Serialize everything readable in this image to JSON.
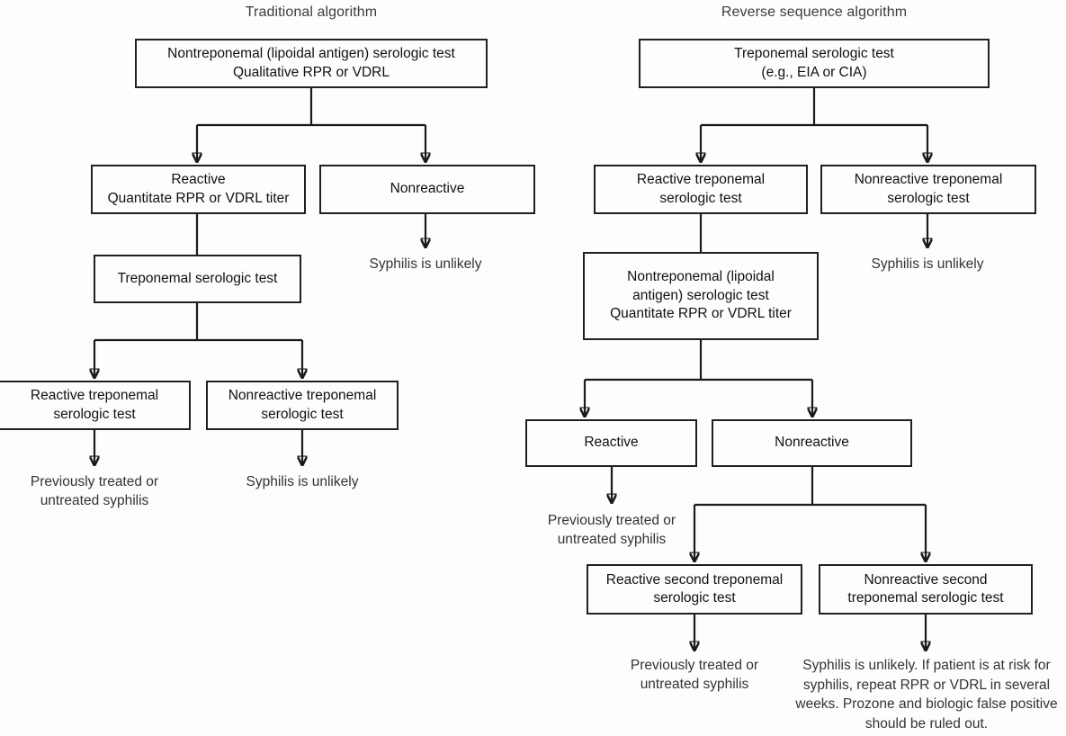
{
  "figure": {
    "kind": "clinical-testing-flowchart",
    "columns": [
      {
        "id": "traditional",
        "title": "Traditional algorithm"
      },
      {
        "id": "reverse",
        "title": "Reverse sequence algorithm"
      }
    ]
  },
  "traditional": {
    "title": "Traditional algorithm",
    "nodes": {
      "root": {
        "line1": "Nontreponemal (lipoidal antigen) serologic test",
        "line2": "Qualitative RPR or VDRL"
      },
      "reactive": {
        "line1": "Reactive",
        "line2": "Quantitate RPR or VDRL titer"
      },
      "nonreactive": {
        "line1": "Nonreactive"
      },
      "treponemal": {
        "line1": "Treponemal serologic test"
      },
      "reactive_trep": {
        "line1": "Reactive treponemal",
        "line2": "serologic test"
      },
      "nonreactive_trep": {
        "line1": "Nonreactive treponemal",
        "line2": "serologic test"
      }
    },
    "leaves": {
      "nonreactive_outcome": "Syphilis is unlikely",
      "reactive_trep_outcome_l1": "Previously treated or",
      "reactive_trep_outcome_l2": "untreated syphilis",
      "nonreactive_trep_outcome": "Syphilis is unlikely"
    }
  },
  "reverse": {
    "title": "Reverse sequence algorithm",
    "nodes": {
      "root": {
        "line1": "Treponemal serologic test",
        "line2": "(e.g., EIA or CIA)"
      },
      "reactive_trep": {
        "line1": "Reactive treponemal",
        "line2": "serologic test"
      },
      "nonreactive_trep": {
        "line1": "Nonreactive treponemal",
        "line2": "serologic test"
      },
      "nontreponemal": {
        "line1": "Nontreponemal (lipoidal",
        "line2": "antigen) serologic test",
        "line3": "Quantitate RPR or VDRL titer"
      },
      "reactive": {
        "line1": "Reactive"
      },
      "nonreactive": {
        "line1": "Nonreactive"
      },
      "reactive_second": {
        "line1": "Reactive second treponemal",
        "line2": "serologic test"
      },
      "nonreactive_second": {
        "line1": "Nonreactive second",
        "line2": "treponemal serologic test"
      }
    },
    "leaves": {
      "nonreactive_trep_outcome": "Syphilis is unlikely",
      "reactive_outcome_l1": "Previously treated",
      "reactive_outcome_l2": "or untreated syphilis",
      "reactive_second_outcome_l1": "Previously treated or",
      "reactive_second_outcome_l2": "untreated syphilis",
      "nonreactive_second_outcome_l1": "Syphilis is unlikely. If patient is at risk",
      "nonreactive_second_outcome_l2": "for syphilis, repeat RPR or VDRL in",
      "nonreactive_second_outcome_l3": "several weeks. Prozone and biologic",
      "nonreactive_second_outcome_l4": "false positive should be ruled out."
    }
  },
  "colors": {
    "background": "#fdfdfb",
    "stroke": "#231f20",
    "text": "#111111",
    "title_text": "#3b3b3b"
  }
}
